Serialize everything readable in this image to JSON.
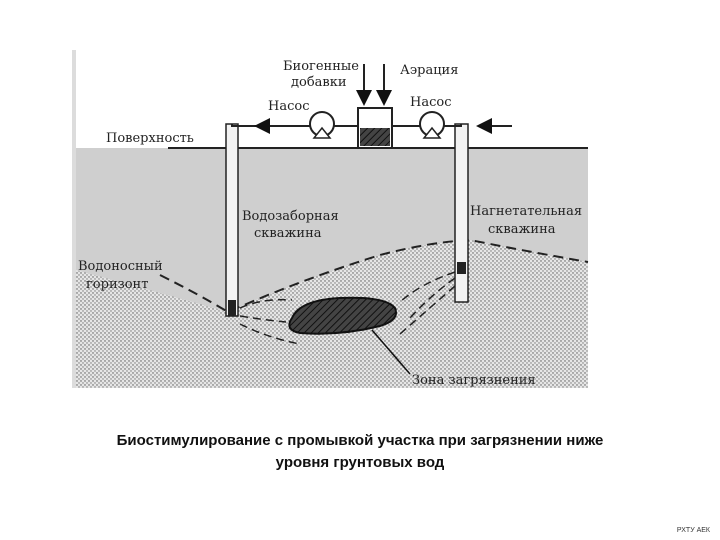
{
  "diagram": {
    "labels": {
      "nutrients_line1": "Биогенные",
      "nutrients_line2": "добавки",
      "aeration": "Аэрация",
      "pump_left": "Насос",
      "pump_right": "Насос",
      "surface": "Поверхность",
      "extraction_well_line1": "Водозаборная",
      "extraction_well_line2": "скважина",
      "injection_well_line1": "Нагнетательная",
      "injection_well_line2": "скважина",
      "aquifer_line1": "Водоносный",
      "aquifer_line2": "горизонт",
      "contamination_zone": "Зона загрязнения"
    }
  },
  "caption": {
    "line1": "Биостимулирование с промывкой участка при загрязнении ниже",
    "line2": "уровня грунтовых вод"
  },
  "watermark": "РХТУ АЕК"
}
